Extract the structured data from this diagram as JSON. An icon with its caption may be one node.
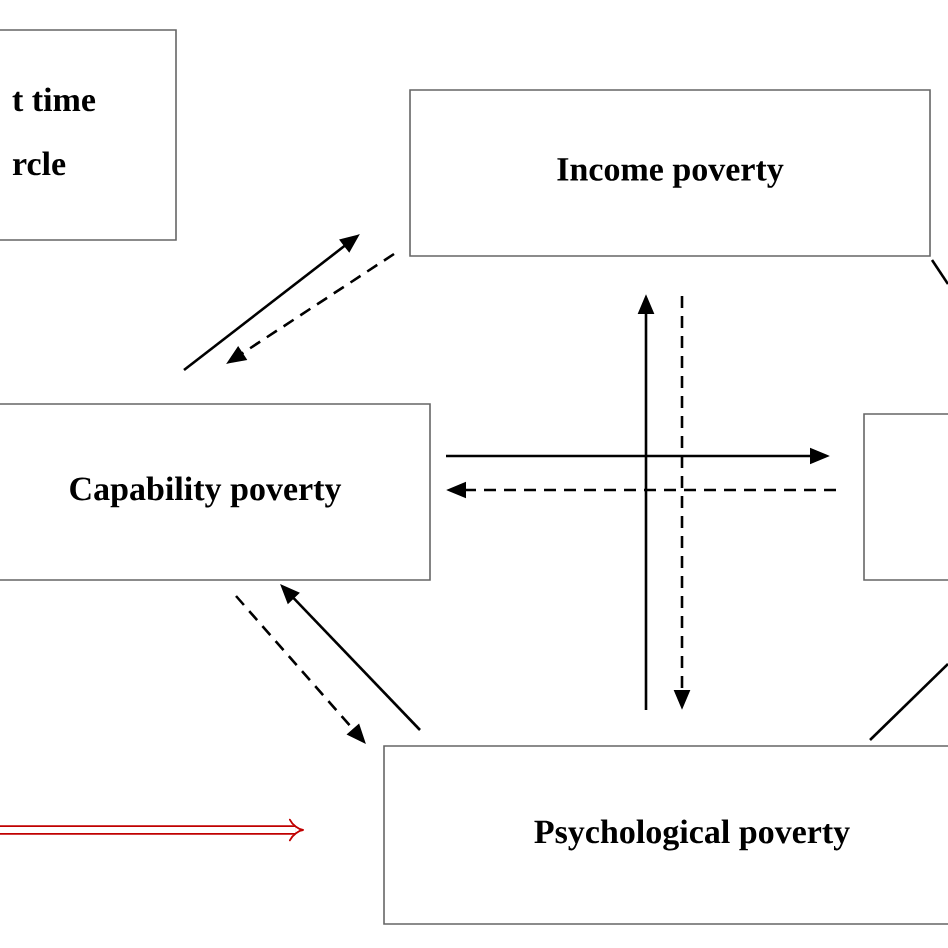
{
  "diagram": {
    "nodes": [
      {
        "text": [
          "t time",
          "rcle"
        ]
      },
      {
        "text": [
          "Income poverty"
        ]
      },
      {
        "text": [
          "Capability poverty"
        ]
      },
      {
        "text": [],
        "shape": "box"
      },
      {
        "text": [
          "Psychological poverty"
        ]
      }
    ],
    "edges": [
      {
        "from": 2,
        "to": 1,
        "arrow": "to"
      },
      {
        "from": 1,
        "to": 2,
        "arrow": "to",
        "style": "dashed"
      },
      {
        "from": 4,
        "to": 1,
        "arrow": "to"
      },
      {
        "from": 1,
        "to": 4,
        "arrow": "to",
        "style": "dashed"
      },
      {
        "from": 2,
        "to": 3,
        "arrow": "to"
      },
      {
        "from": 3,
        "to": 2,
        "arrow": "to",
        "style": "dashed"
      },
      {
        "from": 2,
        "to": 4,
        "arrow": "to",
        "style": "dashed"
      },
      {
        "from": 4,
        "to": 2,
        "arrow": "to"
      },
      {
        "from": 1,
        "to": null,
        "arrow": "none"
      },
      {
        "from": 4,
        "to": 3,
        "arrow": "none"
      }
    ]
  }
}
